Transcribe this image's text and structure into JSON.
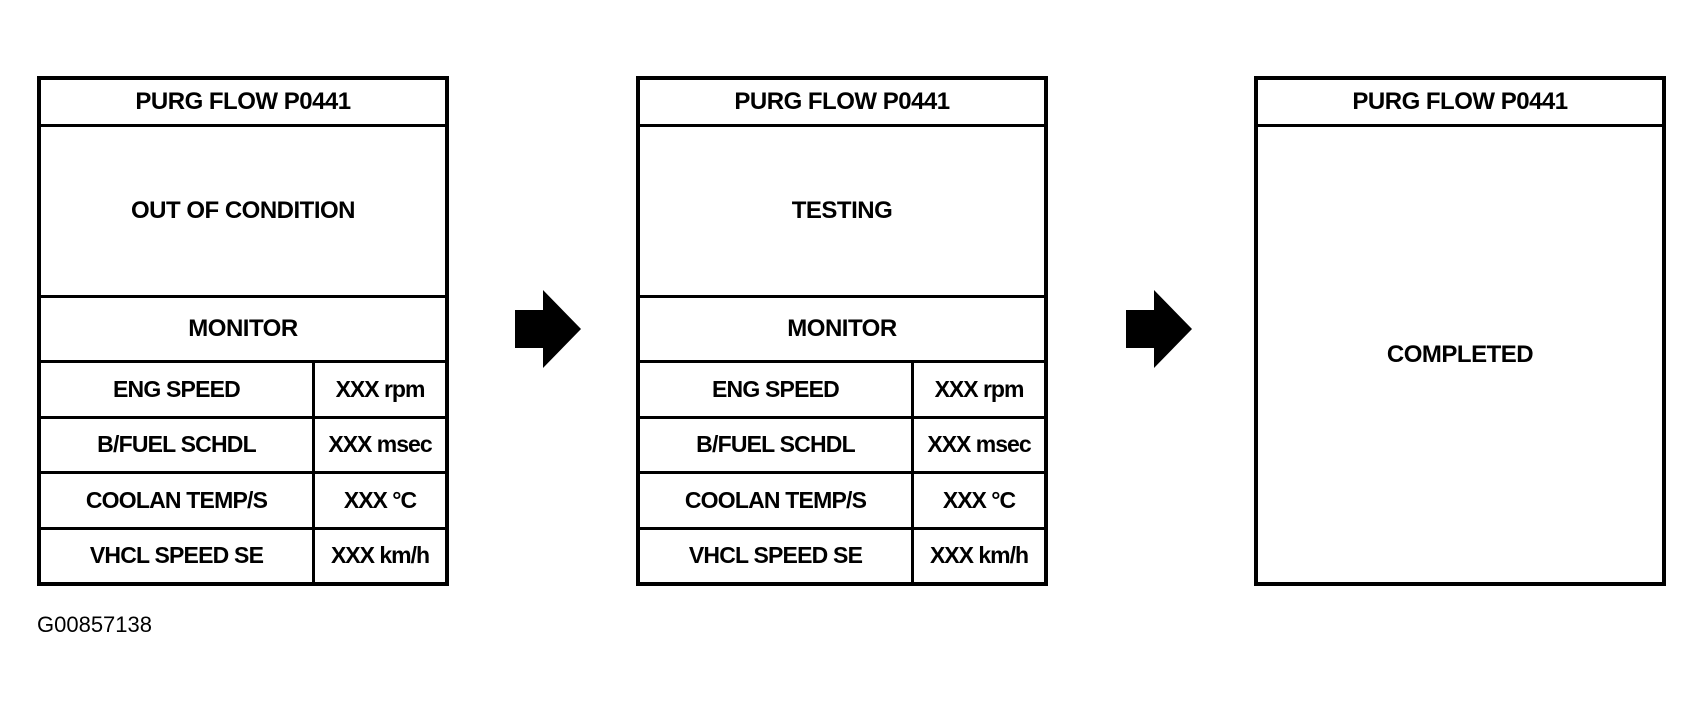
{
  "screens": [
    {
      "title": "PURG FLOW P0441",
      "status": "OUT OF CONDITION",
      "monitor_label": "MONITOR",
      "params": [
        {
          "name": "ENG SPEED",
          "value": "XXX rpm"
        },
        {
          "name": "B/FUEL SCHDL",
          "value": "XXX msec"
        },
        {
          "name": "COOLAN TEMP/S",
          "value": "XXX °C"
        },
        {
          "name": "VHCL SPEED SE",
          "value": "XXX km/h"
        }
      ]
    },
    {
      "title": "PURG FLOW P0441",
      "status": "TESTING",
      "monitor_label": "MONITOR",
      "params": [
        {
          "name": "ENG SPEED",
          "value": "XXX rpm"
        },
        {
          "name": "B/FUEL SCHDL",
          "value": "XXX msec"
        },
        {
          "name": "COOLAN TEMP/S",
          "value": "XXX °C"
        },
        {
          "name": "VHCL SPEED SE",
          "value": "XXX km/h"
        }
      ]
    },
    {
      "title": "PURG FLOW P0441",
      "status": "COMPLETED"
    }
  ],
  "arrow_icon": "right-arrow-icon",
  "figure_id": "G00857138",
  "colors": {
    "line": "#000000",
    "background": "#ffffff"
  }
}
